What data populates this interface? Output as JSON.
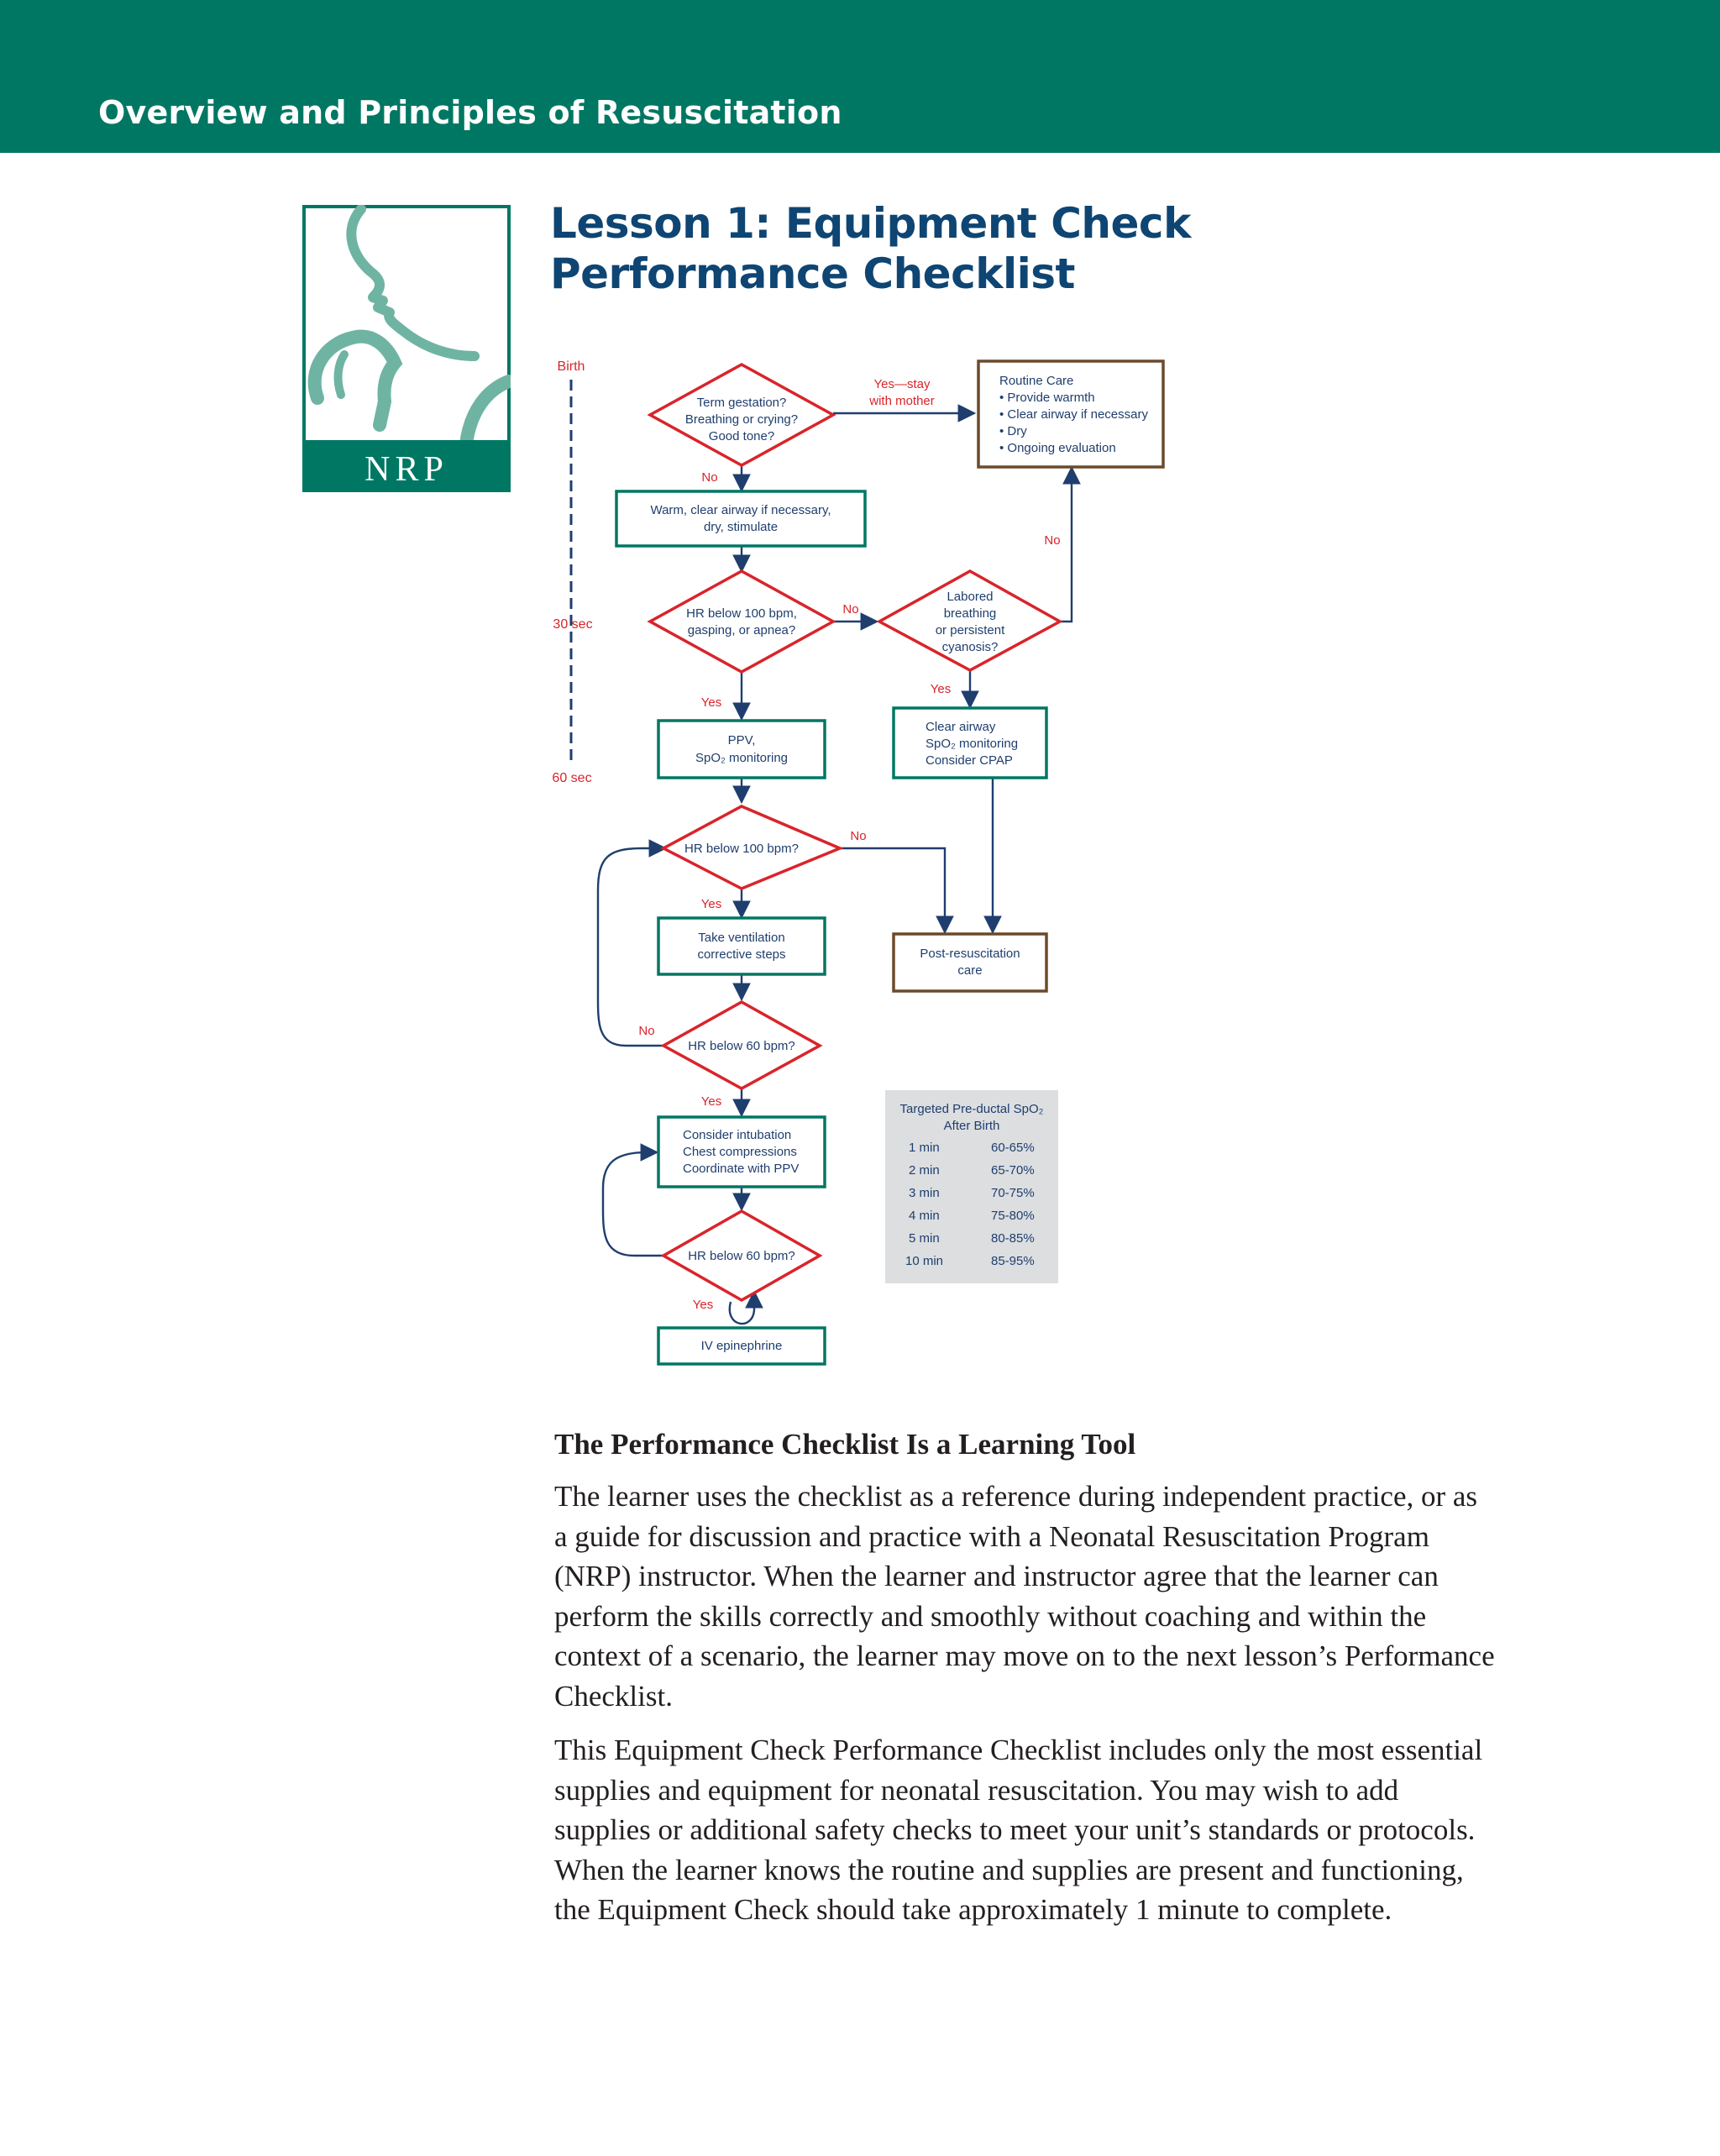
{
  "header": {
    "title": "Overview and Principles of Resuscitation"
  },
  "logo": {
    "text": "NRP"
  },
  "lesson": {
    "title_line1": "Lesson 1: Equipment Check",
    "title_line2": "Performance Checklist"
  },
  "colors": {
    "brand_green": "#007763",
    "title_blue": "#0e4573",
    "diamond_red": "#d9242b",
    "box_green": "#007763",
    "box_brown": "#6b4a2b",
    "arrow_navy": "#1f3e6e",
    "table_gray": "#dcdee0"
  },
  "flowchart": {
    "timeline": {
      "birth": "Birth",
      "t30": "30 sec",
      "t60": "60 sec"
    },
    "d1": [
      "Term gestation?",
      "Breathing or crying?",
      "Good tone?"
    ],
    "yes_stay": [
      "Yes—stay",
      "with mother"
    ],
    "routine": {
      "title": "Routine Care",
      "items": [
        "• Provide warmth",
        "• Clear airway if necessary",
        "• Dry",
        "• Ongoing evaluation"
      ]
    },
    "no_1": "No",
    "b1": [
      "Warm, clear airway if necessary,",
      "dry, stimulate"
    ],
    "no_routine": "No",
    "d2": [
      "HR below 100 bpm,",
      "gasping, or apnea?"
    ],
    "no_2": "No",
    "d3": [
      "Labored",
      "breathing",
      "or persistent",
      "cyanosis?"
    ],
    "yes_3": "Yes",
    "b_clear": [
      "Clear airway",
      "SpO₂ monitoring",
      "Consider CPAP"
    ],
    "yes_2": "Yes",
    "b_ppv": [
      "PPV,",
      "SpO₂ monitoring"
    ],
    "d4": "HR below 100 bpm?",
    "no_4": "No",
    "yes_4": "Yes",
    "b_vent": [
      "Take ventilation",
      "corrective steps"
    ],
    "b_post": [
      "Post-resuscitation",
      "care"
    ],
    "d5": "HR below 60 bpm?",
    "no_5": "No",
    "yes_5": "Yes",
    "b_intub": [
      "Consider intubation",
      "Chest compressions",
      "Coordinate with PPV"
    ],
    "d6": "HR below 60 bpm?",
    "yes_6": "Yes",
    "b_epi": "IV epinephrine",
    "spo2": {
      "title1": "Targeted Pre-ductal SpO₂",
      "title2": "After Birth",
      "rows": [
        [
          "1 min",
          "60-65%"
        ],
        [
          "2 min",
          "65-70%"
        ],
        [
          "3 min",
          "70-75%"
        ],
        [
          "4 min",
          "75-80%"
        ],
        [
          "5 min",
          "80-85%"
        ],
        [
          "10 min",
          "85-95%"
        ]
      ]
    }
  },
  "section": {
    "heading": "The Performance Checklist Is a Learning Tool",
    "para1": "The learner uses the checklist as a reference during independent practice, or as a guide for discussion and practice with a Neonatal Resuscitation Program (NRP) instructor. When the learner and instructor agree that the learner can perform the skills correctly and smoothly without coaching and within the context of a scenario, the learner may move on to the next lesson’s Performance Checklist.",
    "para2": "This Equipment Check Performance Checklist includes only the most essential supplies and equipment for neonatal resuscitation. You may wish to add supplies or additional safety checks to meet your unit’s standards or protocols. When the learner knows the routine and supplies are present and functioning, the Equipment Check should take approximately 1 minute to complete."
  }
}
